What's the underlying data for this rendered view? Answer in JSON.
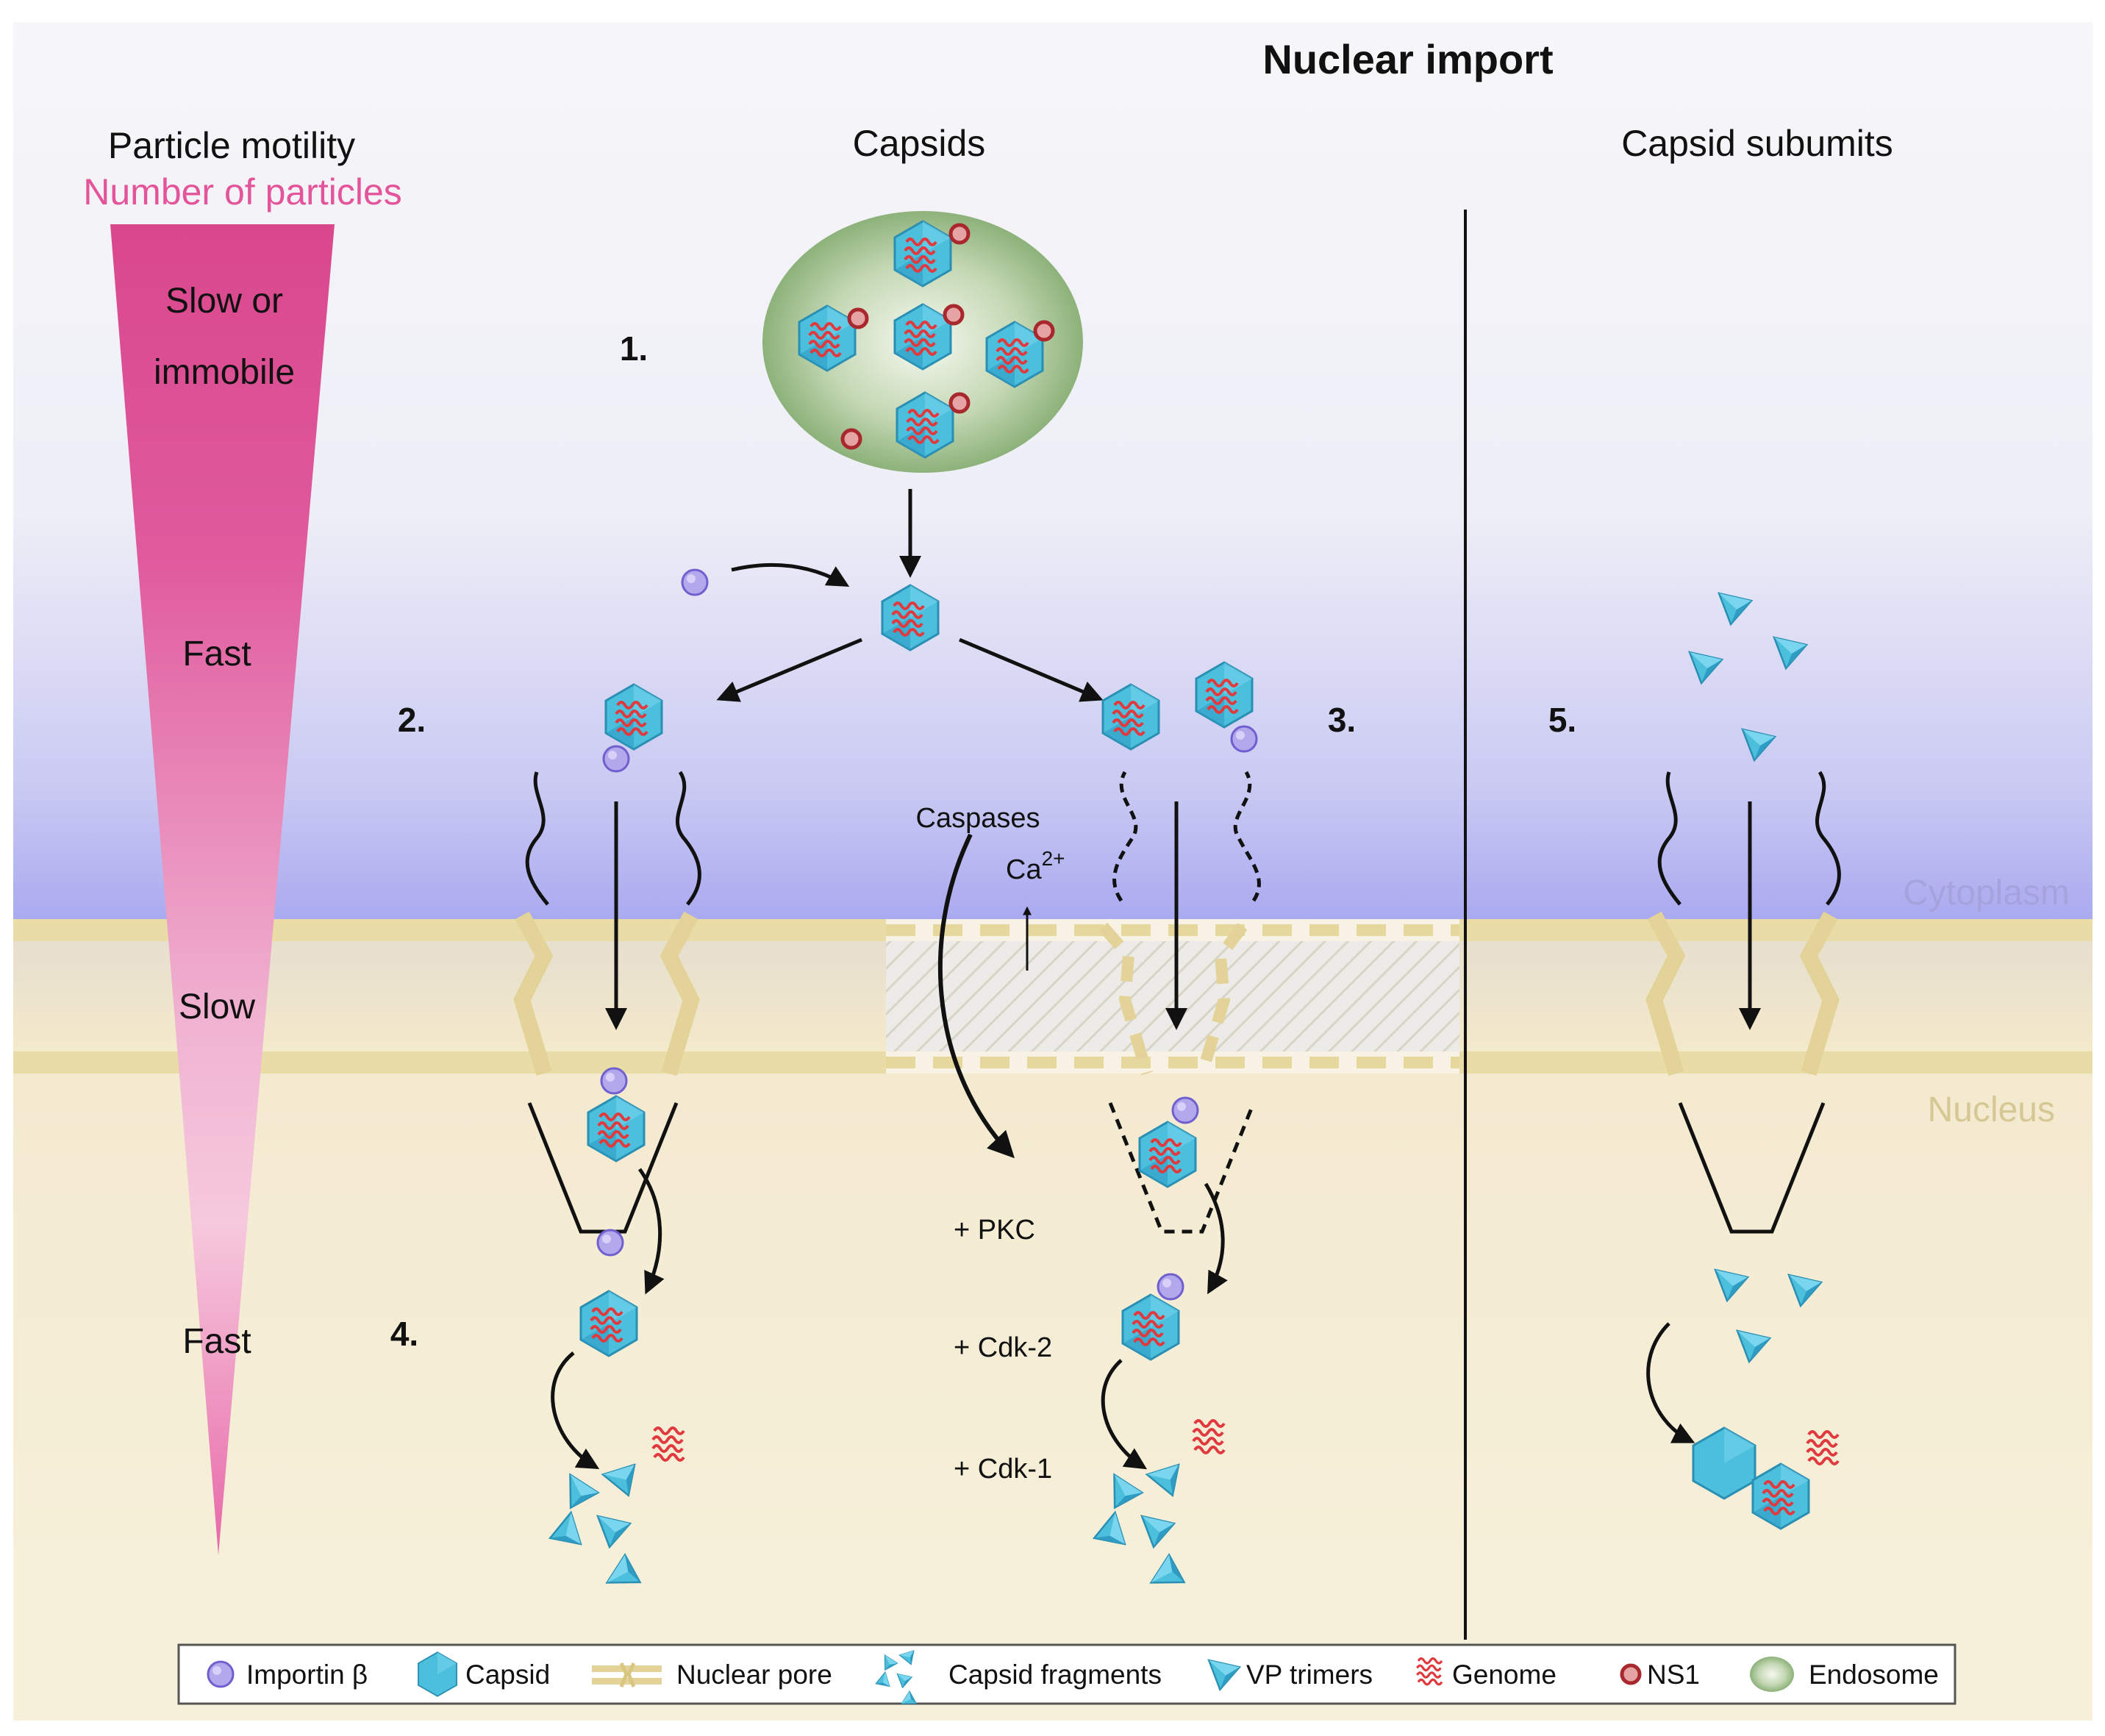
{
  "title": "Nuclear import",
  "headings": {
    "motility": "Particle motility",
    "count": "Number of particles",
    "capsids": "Capsids",
    "subunits": "Capsid subumits"
  },
  "speed_labels": {
    "slow_or": "Slow or",
    "immobile": "immobile",
    "fast1": "Fast",
    "slow": "Slow",
    "fast2": "Fast"
  },
  "steps": [
    "1.",
    "2.",
    "3.",
    "4.",
    "5."
  ],
  "compartments": {
    "cytoplasm": "Cytoplasm",
    "nucleus": "Nucleus"
  },
  "factors": {
    "caspases": "Caspases",
    "ca": "Ca",
    "ca_sup": "2+",
    "pkc": "+ PKC",
    "cdk2": "+ Cdk-2",
    "cdk1": "+ Cdk-1"
  },
  "legend": [
    {
      "label": "Importin β",
      "icon": "importin-icon"
    },
    {
      "label": "Capsid",
      "icon": "capsid-icon"
    },
    {
      "label": "Nuclear pore",
      "icon": "nuclear-pore-icon"
    },
    {
      "label": "Capsid fragments",
      "icon": "capsid-fragments-icon"
    },
    {
      "label": "VP trimers",
      "icon": "vp-trimer-icon"
    },
    {
      "label": "Genome",
      "icon": "genome-icon"
    },
    {
      "label": "NS1",
      "icon": "ns1-icon"
    },
    {
      "label": "Endosome",
      "icon": "endosome-icon"
    }
  ],
  "colors": {
    "capsid": "#4bbfdc",
    "genome": "#e0393e",
    "importin": "#9d8fe0",
    "ns1": "#a8282d",
    "endosome": "#8fb77d",
    "membrane": "#e9dca6",
    "cytoplasm": "#a9a9f2",
    "nucleus": "#f6efd4",
    "gradient": "#e3549a"
  }
}
